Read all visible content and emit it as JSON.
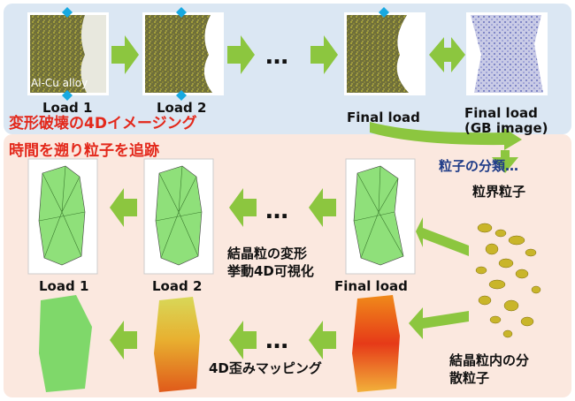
{
  "top": {
    "label_load1": "Load 1",
    "label_load2": "Load 2",
    "label_final": "Final load",
    "label_gb_line1": "Final load",
    "label_gb_line2": "(GB image)",
    "alloy_label": "Al-Cu alloy",
    "ellipsis": "…",
    "title": "変形破壊の4Dイメージング"
  },
  "bottom": {
    "title": "時間を遡り粒子を追跡",
    "classify_label": "粒子の分類…",
    "gb_particles": "粒界粒子",
    "grain_label_line1": "結晶粒の変形",
    "grain_label_line2": "挙動4D可視化",
    "strain_label": "4D歪みマッピング",
    "intragranular_line1": "結晶粒内の分",
    "intragranular_line2": "散粒子",
    "label_load1": "Load 1",
    "label_load2": "Load 2",
    "label_final": "Final load",
    "ellipsis": "…"
  },
  "colors": {
    "arrow_green": "#8cc63f",
    "red_title": "#e3281b",
    "blue_title": "#1f3c88",
    "diamond": "#17a9e1",
    "sample_yellow": "#8a8a2a",
    "gb_blue": "#5560b8"
  }
}
